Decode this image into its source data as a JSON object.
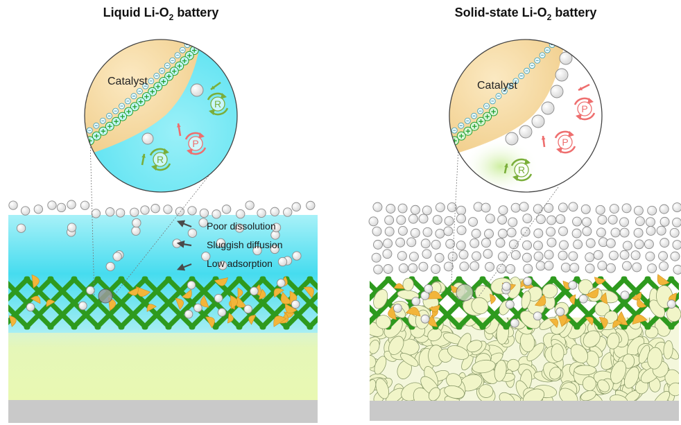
{
  "panels": {
    "liquid": {
      "title_main": "Liquid Li-O",
      "title_sub": "2",
      "title_tail": " battery",
      "catalyst_label": "Catalyst",
      "species_R": "R",
      "species_P": "P",
      "plus_sign": "+",
      "annotations": [
        "Poor dissolution",
        "Sluggish diffusion",
        "Low adsorption"
      ]
    },
    "solid": {
      "title_main": "Solid-state Li-O",
      "title_sub": "2",
      "title_tail": " battery",
      "catalyst_label": "Catalyst",
      "species_R": "R",
      "species_P": "P",
      "plus_sign": "+"
    }
  },
  "colors": {
    "electrolyte_cyan": "#3fd9ee",
    "catalyst_tan": "#f6d9a0",
    "cathode_green": "#2e9a1e",
    "catalyst_particle": "#f2b53a",
    "solid_grain": "#f1f5c8",
    "substrate_gray": "#c8c8c8",
    "lower_layer": "#e7f7b5",
    "R_green": "#7aae3a",
    "P_red": "#ee6e6e"
  }
}
